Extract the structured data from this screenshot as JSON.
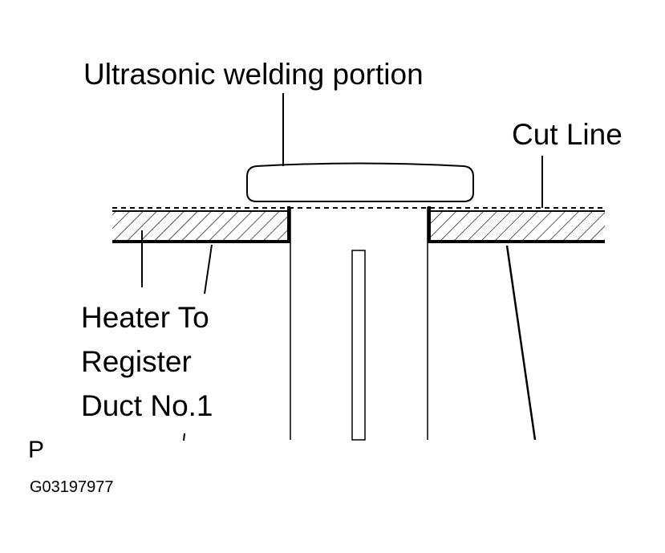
{
  "labels": {
    "ultrasonic": "Ultrasonic welding portion",
    "cut_line": "Cut Line",
    "duct_line1": "Heater To",
    "duct_line2": "Register",
    "duct_line3": "Duct No.1",
    "marker": "P",
    "figure_code": "G03197977"
  },
  "colors": {
    "ink": "#000000",
    "background": "#ffffff"
  }
}
